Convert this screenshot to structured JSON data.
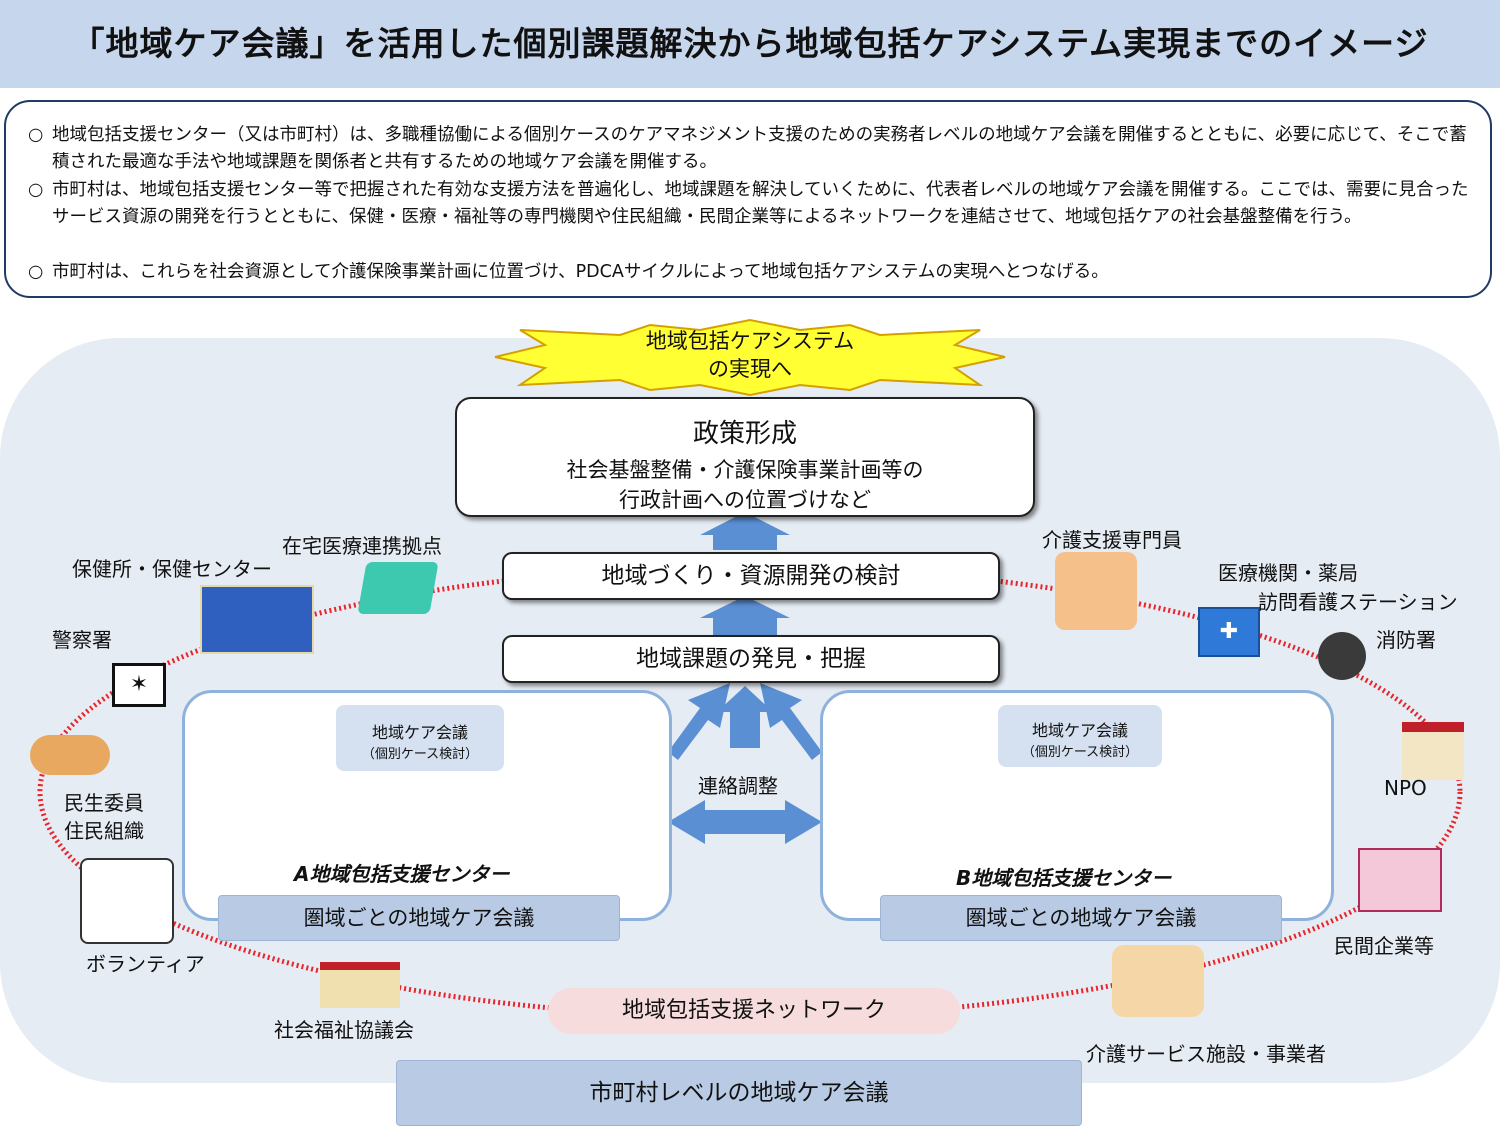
{
  "header": {
    "title": "「地域ケア会議」を活用した個別課題解決から地域包括ケアシステム実現までのイメージ"
  },
  "summary": {
    "bullets": [
      {
        "mark": "○",
        "text": "地域包括支援センター（又は市町村）は、多職種協働による個別ケースのケアマネジメント支援のための実務者レベルの地域ケア会議を開催するとともに、必要に応じて、そこで蓄積された最適な手法や地域課題を関係者と共有するための地域ケア会議を開催する。"
      },
      {
        "mark": "○",
        "text": "市町村は、地域包括支援センター等で把握された有効な支援方法を普遍化し、地域課題を解決していくために、代表者レベルの地域ケア会議を開催する。ここでは、需要に見合ったサービス資源の開発を行うとともに、保健・医療・福祉等の専門機関や住民組織・民間企業等によるネットワークを連結させて、地域包括ケアの社会基盤整備を行う。"
      },
      {
        "mark": "○",
        "text": "市町村は、これらを社会資源として介護保険事業計画に位置づけ、PDCAサイクルによって地域包括ケアシステムの実現へとつなげる。"
      }
    ]
  },
  "diagram": {
    "goal": {
      "line1": "地域包括ケアシステム",
      "line2": "の実現へ"
    },
    "policy": {
      "title": "政策形成",
      "line1": "社会基盤整備・介護保険事業計画等の",
      "line2": "行政計画への位置づけなど"
    },
    "development": "地域づくり・資源開発の検討",
    "discovery": "地域課題の発見・把握",
    "coordination": "連絡調整",
    "center_a": {
      "meeting_title": "地域ケア会議",
      "meeting_sub": "（個別ケース検討）",
      "name": "A地域包括支援センター",
      "zone_meeting": "圏域ごとの地域ケア会議"
    },
    "center_b": {
      "meeting_title": "地域ケア会議",
      "meeting_sub": "（個別ケース検討）",
      "name": "B地域包括支援センター",
      "zone_meeting": "圏域ごとの地域ケア会議"
    },
    "network": "地域包括支援ネットワーク",
    "municipal_meeting": "市町村レベルの地域ケア会議",
    "labels": {
      "home_medical": "在宅医療連携拠点",
      "health_center": "保健所・保健センター",
      "police": "警察署",
      "welfare": "民生委員",
      "residents": "住民組織",
      "volunteer": "ボランティア",
      "social_welfare": "社会福祉協議会",
      "care_manager": "介護支援専門員",
      "medical": "医療機関・薬局",
      "nursing": "訪問看護ステーション",
      "fire": "消防署",
      "npo": "NPO",
      "private": "民間企業等",
      "care_service": "介護サービス施設・事業者"
    }
  },
  "colors": {
    "title_bg": "#c6d6ec",
    "region_bg": "#e6ecf4",
    "network_ring": "#e8252b",
    "arrow": "#5b8fd3",
    "network_pill": "#f6dcdc",
    "goal_star": "#ffff33"
  }
}
